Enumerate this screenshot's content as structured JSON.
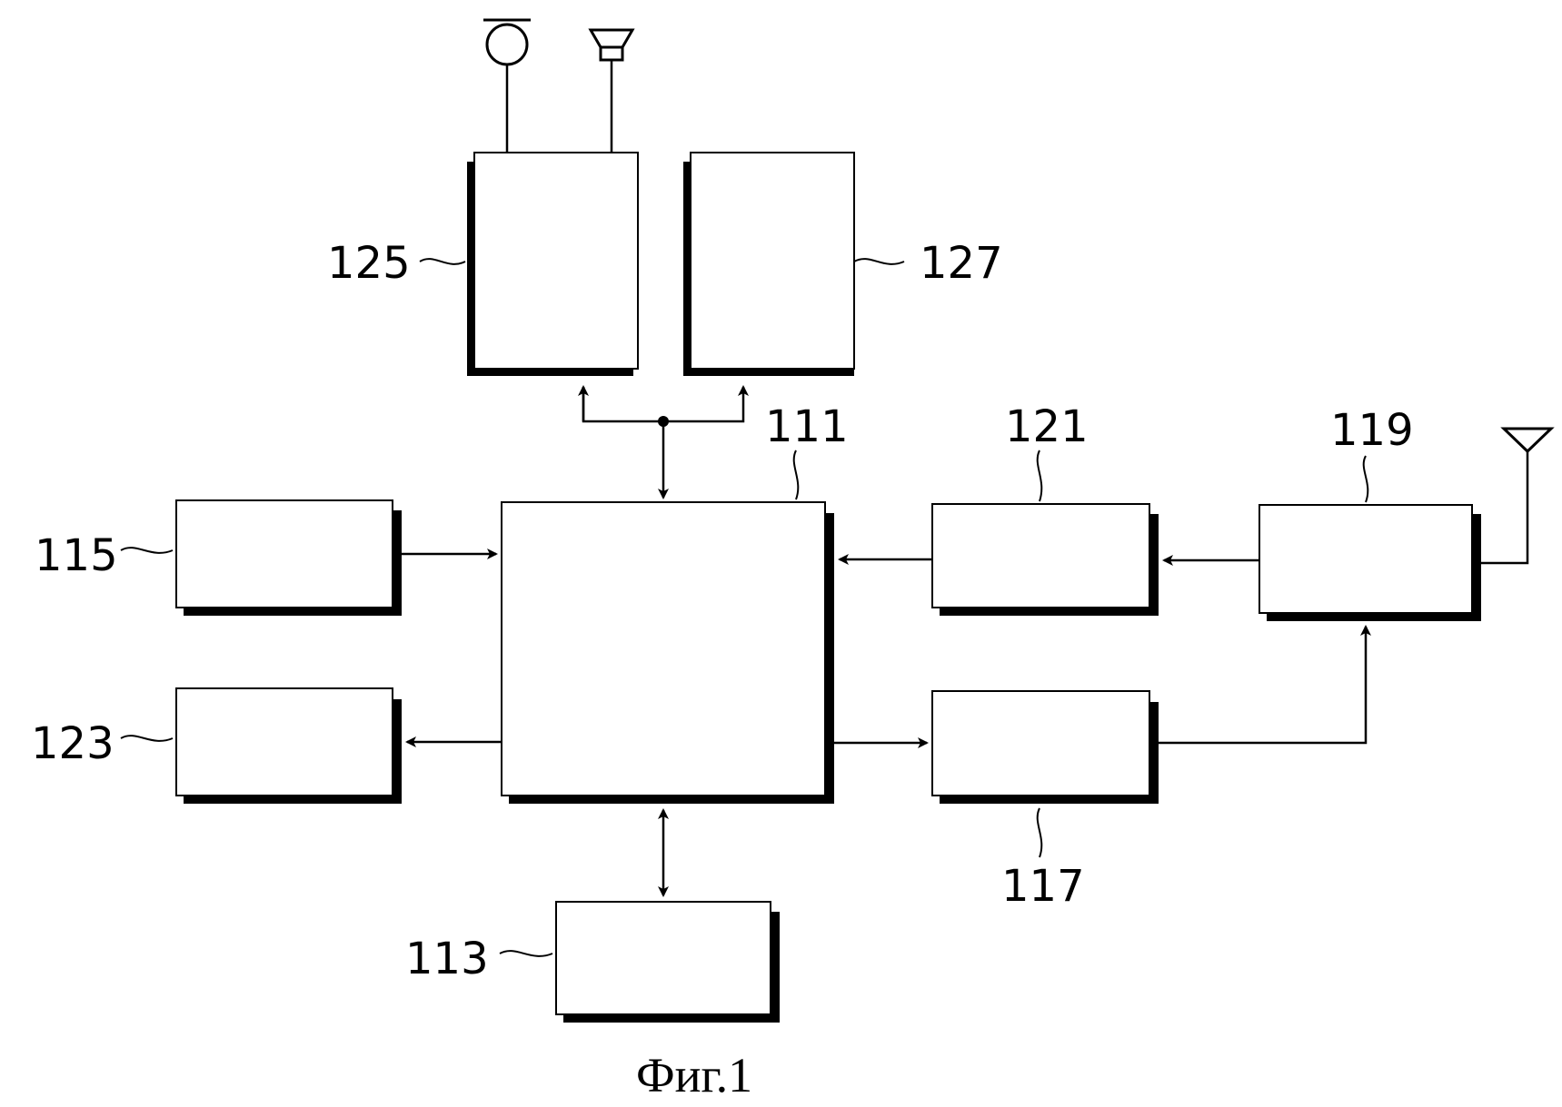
{
  "labels": {
    "b111": "111",
    "b113": "113",
    "b115": "115",
    "b117": "117",
    "b119": "119",
    "b121": "121",
    "b123": "123",
    "b125": "125",
    "b127": "127"
  },
  "caption": "Фиг.1",
  "icons": {
    "microphone": "microphone-icon",
    "speaker": "speaker-icon",
    "antenna": "antenna-icon"
  },
  "colors": {
    "ink": "#000000",
    "paper": "#ffffff"
  }
}
